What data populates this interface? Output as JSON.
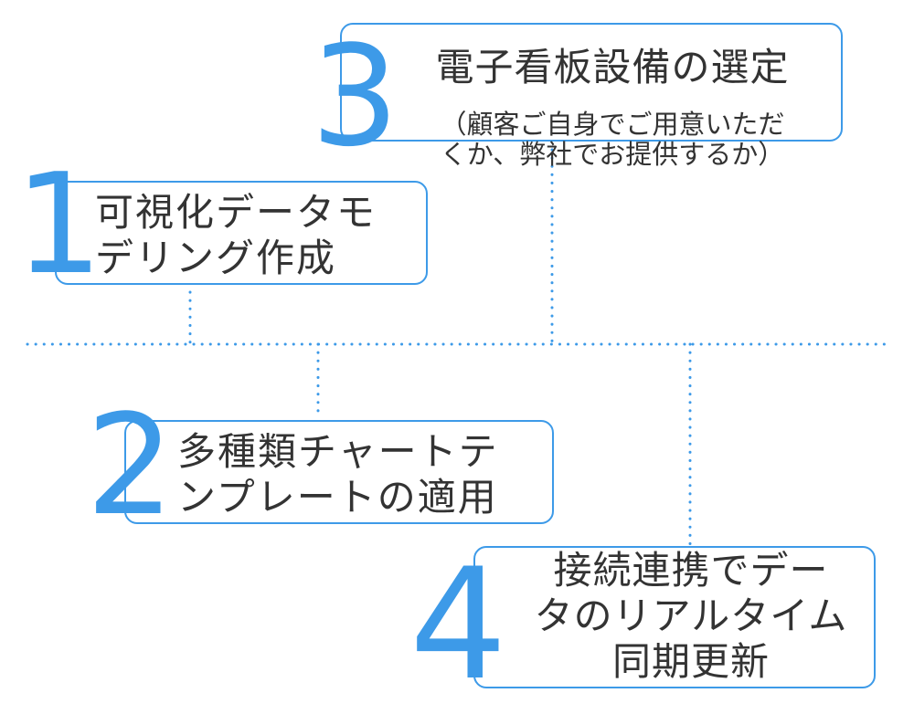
{
  "accent_color": "#3d9ae8",
  "text_color": "#333333",
  "steps": [
    {
      "number": "1",
      "text": "可視化データモ\nデリング作成"
    },
    {
      "number": "2",
      "text": "多種類チャートテ\nンプレートの適用"
    },
    {
      "number": "3",
      "title": "電子看板設備の選定",
      "note": "（顧客ご自身でご用意いただ\nくか、弊社でお提供するか）"
    },
    {
      "number": "4",
      "text": "接続連携でデー\nタのリアルタイム\n同期更新"
    }
  ]
}
